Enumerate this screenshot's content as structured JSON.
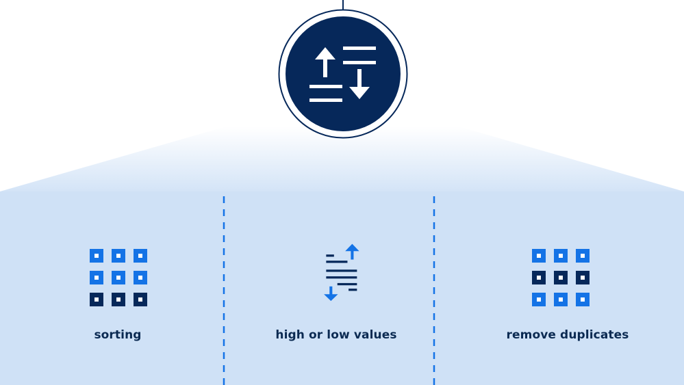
{
  "colors": {
    "navy": "#06285a",
    "blue": "#1473e6",
    "panel": "#cfe1f6",
    "panel_fade_top": "#ffffff",
    "label": "#0b2a52"
  },
  "main_icon": "sort-ascending-descending-icon",
  "panels": [
    {
      "label": "sorting",
      "icon": "grid-sorting-icon"
    },
    {
      "label": "high or low values",
      "icon": "filter-high-low-icon"
    },
    {
      "label": "remove duplicates",
      "icon": "grid-remove-duplicates-icon"
    }
  ]
}
